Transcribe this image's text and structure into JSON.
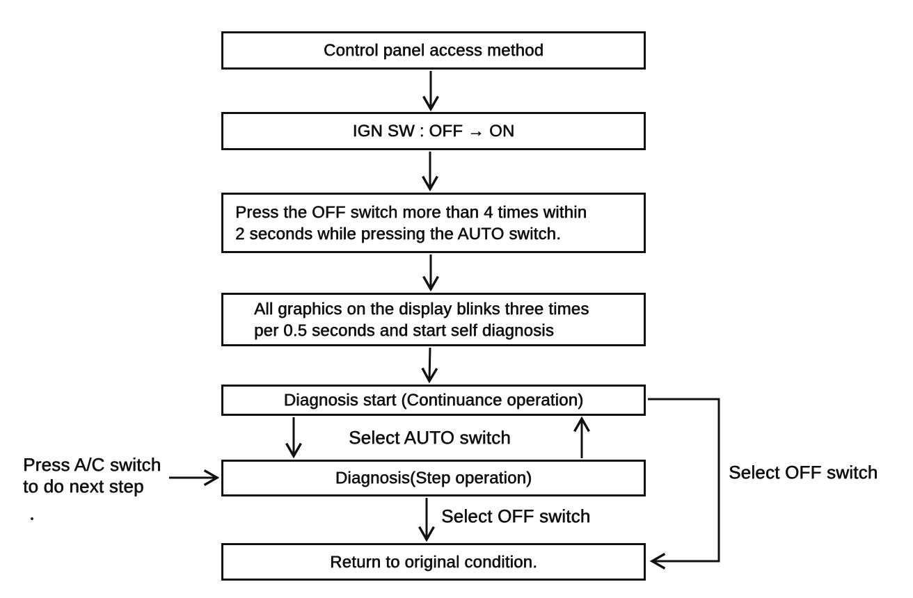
{
  "diagram": {
    "type": "flowchart",
    "title_node": "Control panel access method",
    "colors": {
      "ink": "#111111",
      "background": "#ffffff"
    },
    "nodes": {
      "access_method": {
        "label": "Control panel access method"
      },
      "ign_switch": {
        "label": "IGN SW : OFF → ON"
      },
      "press_off_switch": {
        "line1": "Press the OFF switch more than 4 times within",
        "line2": "2 seconds while pressing the AUTO switch."
      },
      "display_blinks": {
        "line1": "All graphics on the display blinks three times",
        "line2": "per 0.5 seconds and start self diagnosis"
      },
      "diagnosis_start": {
        "label": "Diagnosis start (Continuance operation)"
      },
      "diagnosis_step": {
        "label": "Diagnosis(Step operation)"
      },
      "return_original": {
        "label": "Return to original condition."
      }
    },
    "edge_labels": {
      "select_auto": "Select AUTO switch",
      "select_off_to_return": "Select OFF switch",
      "select_off_loop": "Select OFF switch"
    },
    "side_note": {
      "line1": "Press A/C switch",
      "line2": "to do next step"
    }
  }
}
